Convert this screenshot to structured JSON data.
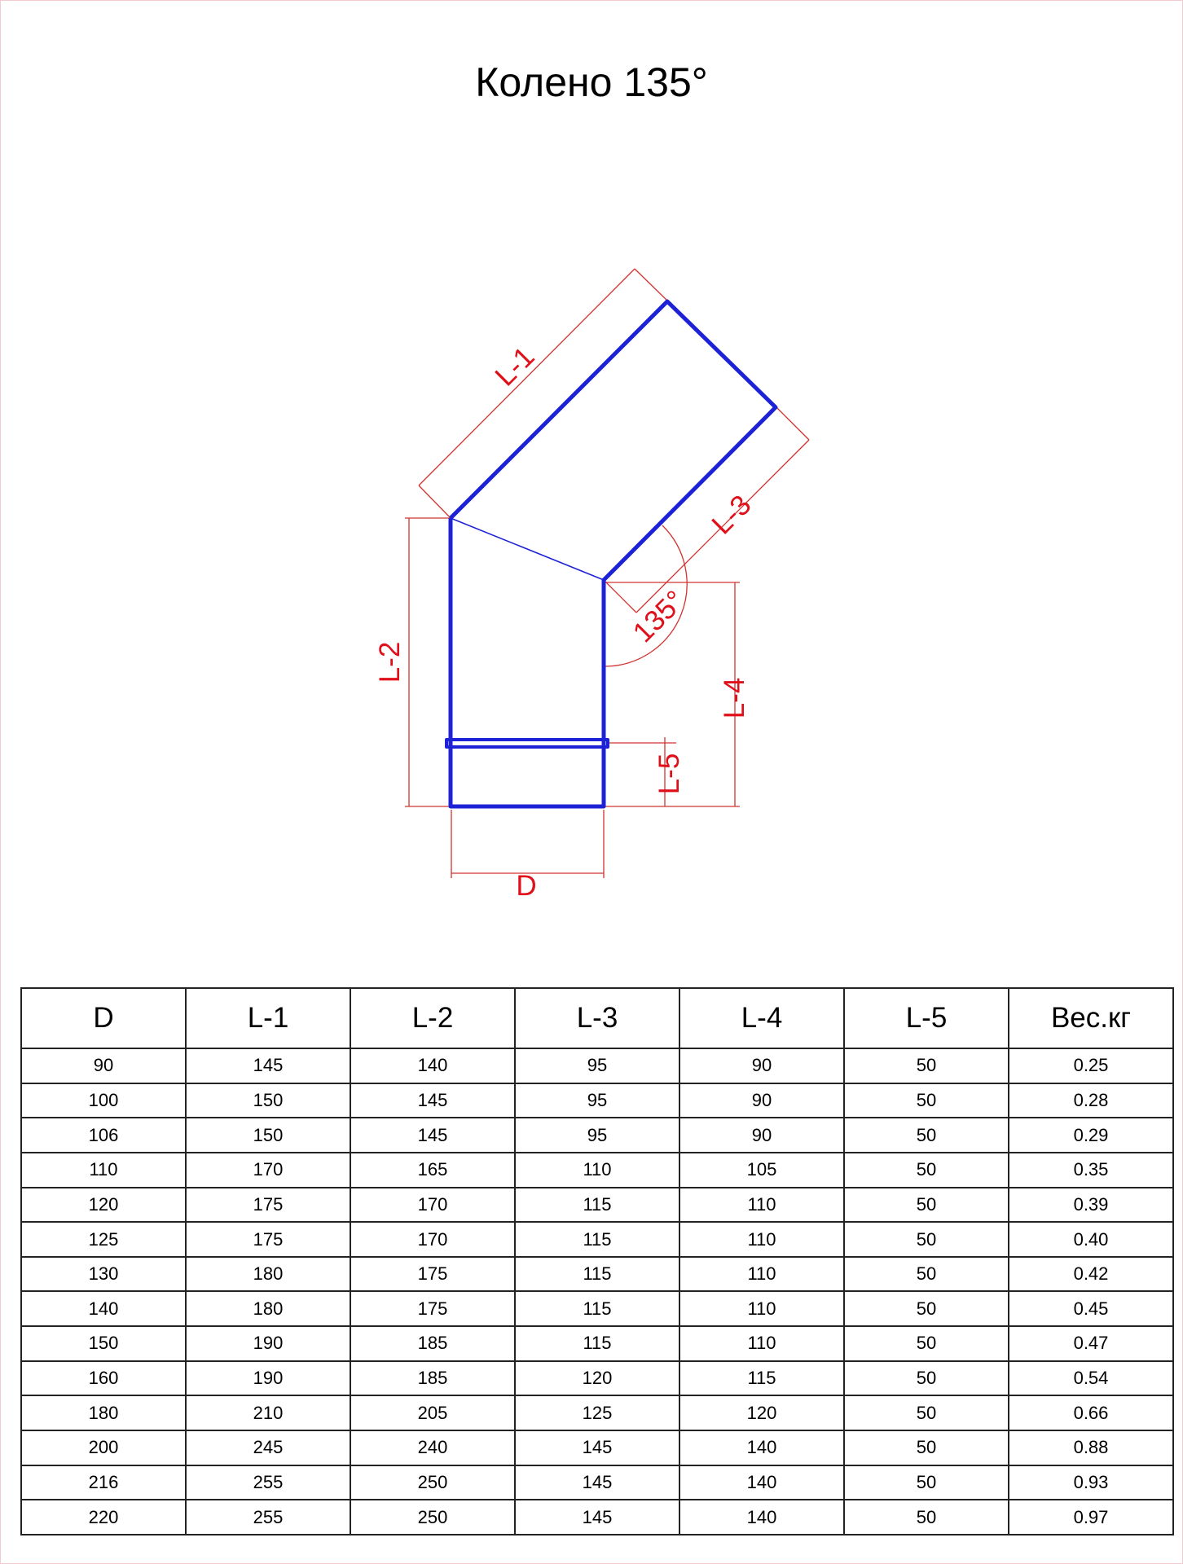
{
  "title": "Колено 135°",
  "colors": {
    "pipe_outline": "#1d22d6",
    "dimension_lines": "#d2332f",
    "dimension_text": "#e0101a",
    "table_border": "#222222"
  },
  "drawing": {
    "dimension_labels": {
      "l1": "L-1",
      "l2": "L-2",
      "l3": "L-3",
      "l4": "L-4",
      "l5": "L-5",
      "d": "D",
      "angle": "135°"
    }
  },
  "table": {
    "columns": [
      "D",
      "L-1",
      "L-2",
      "L-3",
      "L-4",
      "L-5",
      "Вес.кг"
    ],
    "rows": [
      [
        "90",
        "145",
        "140",
        "95",
        "90",
        "50",
        "0.25"
      ],
      [
        "100",
        "150",
        "145",
        "95",
        "90",
        "50",
        "0.28"
      ],
      [
        "106",
        "150",
        "145",
        "95",
        "90",
        "50",
        "0.29"
      ],
      [
        "110",
        "170",
        "165",
        "110",
        "105",
        "50",
        "0.35"
      ],
      [
        "120",
        "175",
        "170",
        "115",
        "110",
        "50",
        "0.39"
      ],
      [
        "125",
        "175",
        "170",
        "115",
        "110",
        "50",
        "0.40"
      ],
      [
        "130",
        "180",
        "175",
        "115",
        "110",
        "50",
        "0.42"
      ],
      [
        "140",
        "180",
        "175",
        "115",
        "110",
        "50",
        "0.45"
      ],
      [
        "150",
        "190",
        "185",
        "115",
        "110",
        "50",
        "0.47"
      ],
      [
        "160",
        "190",
        "185",
        "120",
        "115",
        "50",
        "0.54"
      ],
      [
        "180",
        "210",
        "205",
        "125",
        "120",
        "50",
        "0.66"
      ],
      [
        "200",
        "245",
        "240",
        "145",
        "140",
        "50",
        "0.88"
      ],
      [
        "216",
        "255",
        "250",
        "145",
        "140",
        "50",
        "0.93"
      ],
      [
        "220",
        "255",
        "250",
        "145",
        "140",
        "50",
        "0.97"
      ]
    ]
  }
}
